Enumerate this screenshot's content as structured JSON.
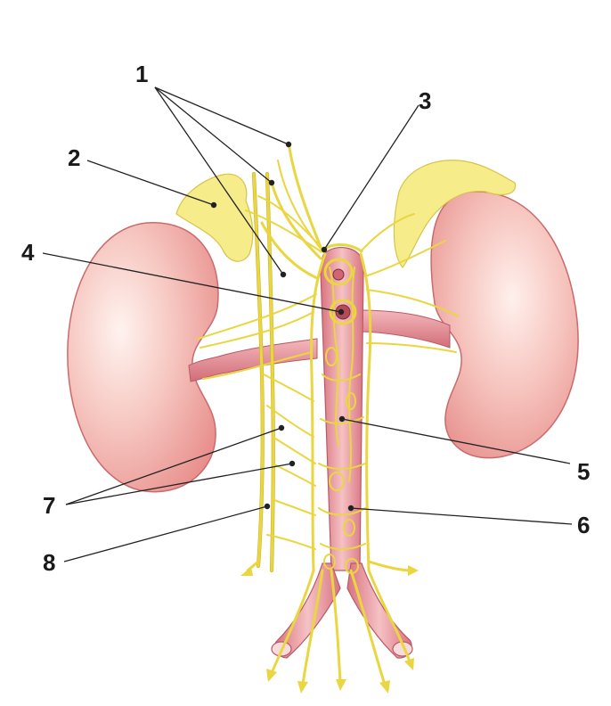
{
  "diagram": {
    "labels": [
      {
        "id": "l1",
        "text": "1"
      },
      {
        "id": "l2",
        "text": "2"
      },
      {
        "id": "l3",
        "text": "3"
      },
      {
        "id": "l4",
        "text": "4"
      },
      {
        "id": "l5",
        "text": "5"
      },
      {
        "id": "l6",
        "text": "6"
      },
      {
        "id": "l7",
        "text": "7"
      },
      {
        "id": "l8",
        "text": "8"
      }
    ],
    "colors": {
      "kidney": "#f0a9a4",
      "kidney_highlight": "#fde9e4",
      "adrenal": "#f7ec8a",
      "vessel": "#e6949a",
      "nerve": "#e9d640",
      "label": "#1a1a1a"
    }
  }
}
